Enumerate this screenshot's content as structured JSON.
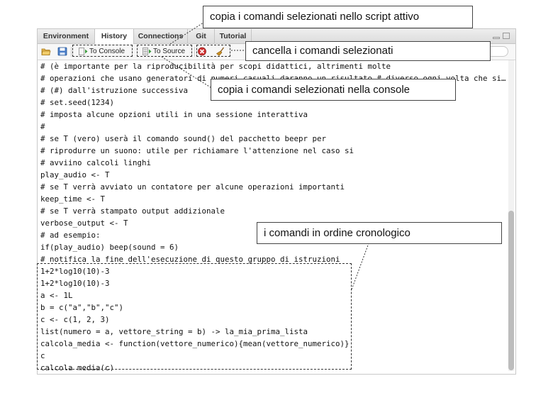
{
  "tabs": [
    {
      "label": "Environment",
      "active": false
    },
    {
      "label": "History",
      "active": true
    },
    {
      "label": "Connections",
      "active": false
    },
    {
      "label": "Git",
      "active": false
    },
    {
      "label": "Tutorial",
      "active": false
    }
  ],
  "toolbar": {
    "open_icon": "open-folder-icon",
    "save_icon": "save-disk-icon",
    "to_console_label": "To Console",
    "to_source_label": "To Source",
    "delete_icon": "delete-entry-icon",
    "clear_icon": "broom-icon",
    "search_icon": "magnifier-icon",
    "search_placeholder": ""
  },
  "history_lines": [
    "# (è importante per la riproducibilità per scopi didattici, altrimenti molte",
    "# operazioni che usano generatori di numeri casuali daranno un risultato # diverso ogni volta che si…",
    "# (#) dall'istruzione successiva",
    "# set.seed(1234)",
    "# imposta alcune opzioni utili in una sessione interattiva",
    "#",
    "# se T (vero) userà il comando sound() del pacchetto beepr per",
    "# riprodurre un suono: utile per richiamare l'attenzione nel caso si",
    "# avviino calcoli linghi",
    "play_audio <- T",
    "# se T verrà avviato un contatore per alcune operazioni importanti",
    "keep_time <- T",
    "# se T verrà stampato output addizionale",
    "verbose_output <- T",
    "# ad esempio:",
    "if(play_audio) beep(sound = 6)",
    "# notifica la fine dell'esecuzione di questo gruppo di istruzioni",
    "1+2*log10(10)-3",
    "1+2*log10(10)-3",
    "a <- 1L",
    "b = c(\"a\",\"b\",\"c\")",
    "c <- c(1, 2, 3)",
    "list(numero = a, vettore_string = b) -> la_mia_prima_lista",
    "calcola_media <- function(vettore_numerico){mean(vettore_numerico)}",
    "c",
    "calcola_media(c)"
  ],
  "annotations": {
    "to_source": "copia i comandi selezionati nello script attivo",
    "clear": "cancella i comandi selezionati",
    "to_console": "copia i comandi selezionati nella console",
    "chronological": "i comandi in ordine cronologico"
  },
  "colors": {
    "to_console_arrow": "#3a9a3a",
    "delete_icon": "#d03030",
    "broom": "#c89020"
  }
}
